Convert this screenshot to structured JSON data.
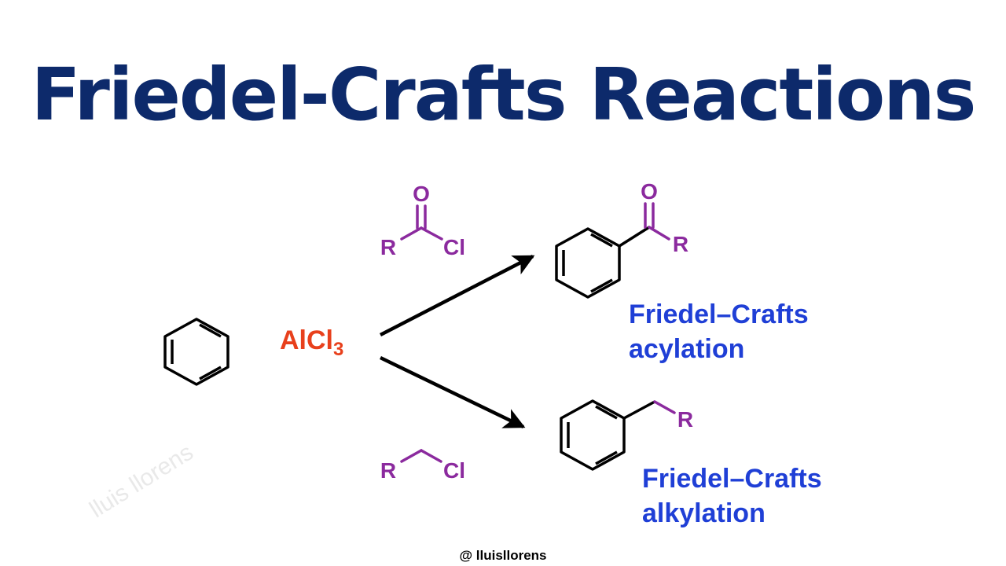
{
  "title": "Friedel-Crafts Reactions",
  "catalyst": {
    "base": "AlCl",
    "subscript": "3"
  },
  "acyl_chloride": {
    "oxygen": "O",
    "r_group": "R",
    "chlorine": "Cl"
  },
  "alkyl_chloride": {
    "r_group": "R",
    "chlorine": "Cl"
  },
  "acylation_product": {
    "oxygen": "O",
    "r_group": "R"
  },
  "alkylation_product": {
    "r_group": "R"
  },
  "acylation_label": {
    "line1": "Friedel–Crafts",
    "line2": "acylation"
  },
  "alkylation_label": {
    "line1": "Friedel–Crafts",
    "line2": "alkylation"
  },
  "watermark": "lluis llorens",
  "footer_handle": "@ lluisllorens",
  "colors": {
    "title": "#0d2a6b",
    "bonds": "#000000",
    "reagent_groups": "#8b2a9e",
    "catalyst": "#e8401c",
    "labels": "#1f3fd6",
    "watermark": "#e9e9e9"
  }
}
